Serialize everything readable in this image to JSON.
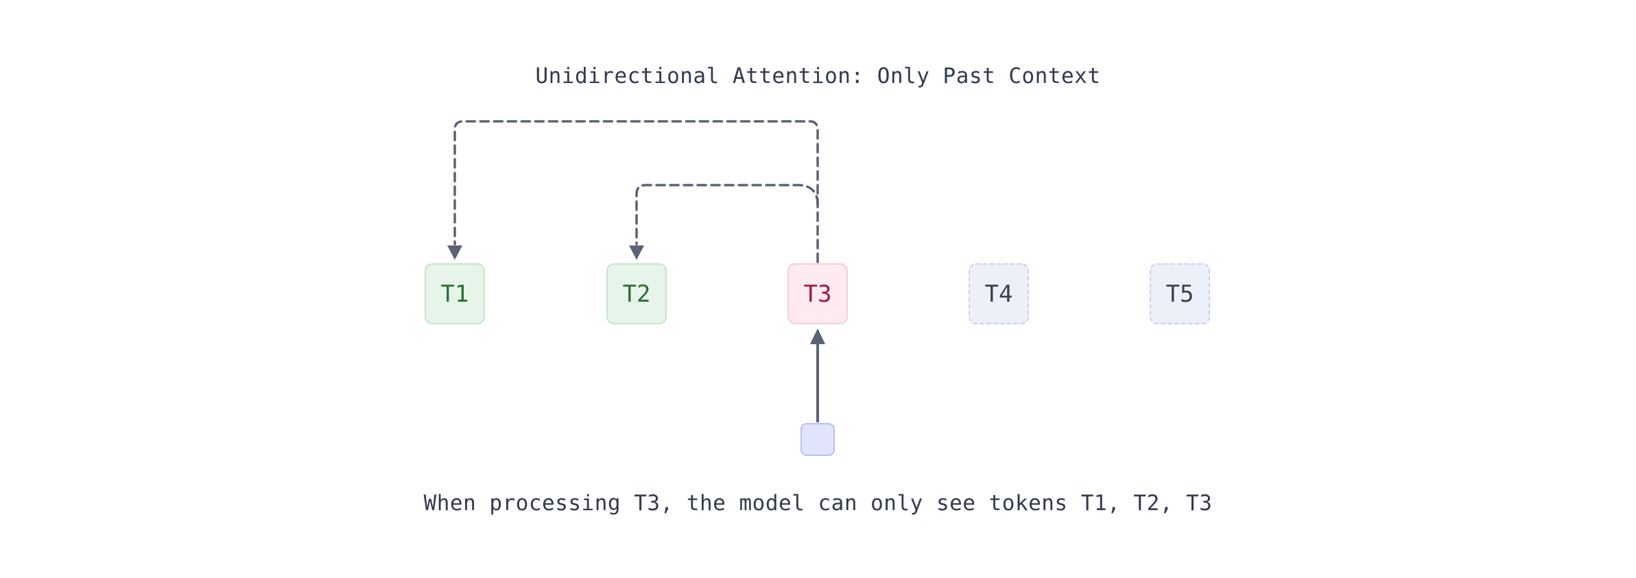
{
  "diagram": {
    "title": "Unidirectional Attention: Only Past Context",
    "caption": "When processing T3, the model can only see tokens T1, T2, T3",
    "tokens": [
      {
        "label": "T1",
        "state": "past"
      },
      {
        "label": "T2",
        "state": "past"
      },
      {
        "label": "T3",
        "state": "current"
      },
      {
        "label": "T4",
        "state": "future"
      },
      {
        "label": "T5",
        "state": "future"
      }
    ],
    "arrows": [
      {
        "name": "attention-arrow-t3-to-t1",
        "style": "dashed",
        "from": "T3",
        "to": "T1"
      },
      {
        "name": "attention-arrow-t3-to-t2",
        "style": "dashed",
        "from": "T3",
        "to": "T2"
      },
      {
        "name": "input-arrow",
        "style": "solid",
        "from": "input-embedding-box",
        "to": "T3"
      }
    ],
    "colors": {
      "arrow": "#5b6275",
      "text": "#333a4e",
      "past_fill": "#e7f4e9",
      "past_border": "#c6e4cb",
      "past_text": "#2d6e35",
      "current_fill": "#fdebf0",
      "current_border": "#f8ccd8",
      "current_text": "#a81445",
      "future_fill": "#edf0f8",
      "future_border": "#c8cfeb",
      "future_text": "#3a4054",
      "input_fill": "#e1e4fc",
      "input_border": "#b7bff4",
      "background": "#ffffff"
    }
  }
}
